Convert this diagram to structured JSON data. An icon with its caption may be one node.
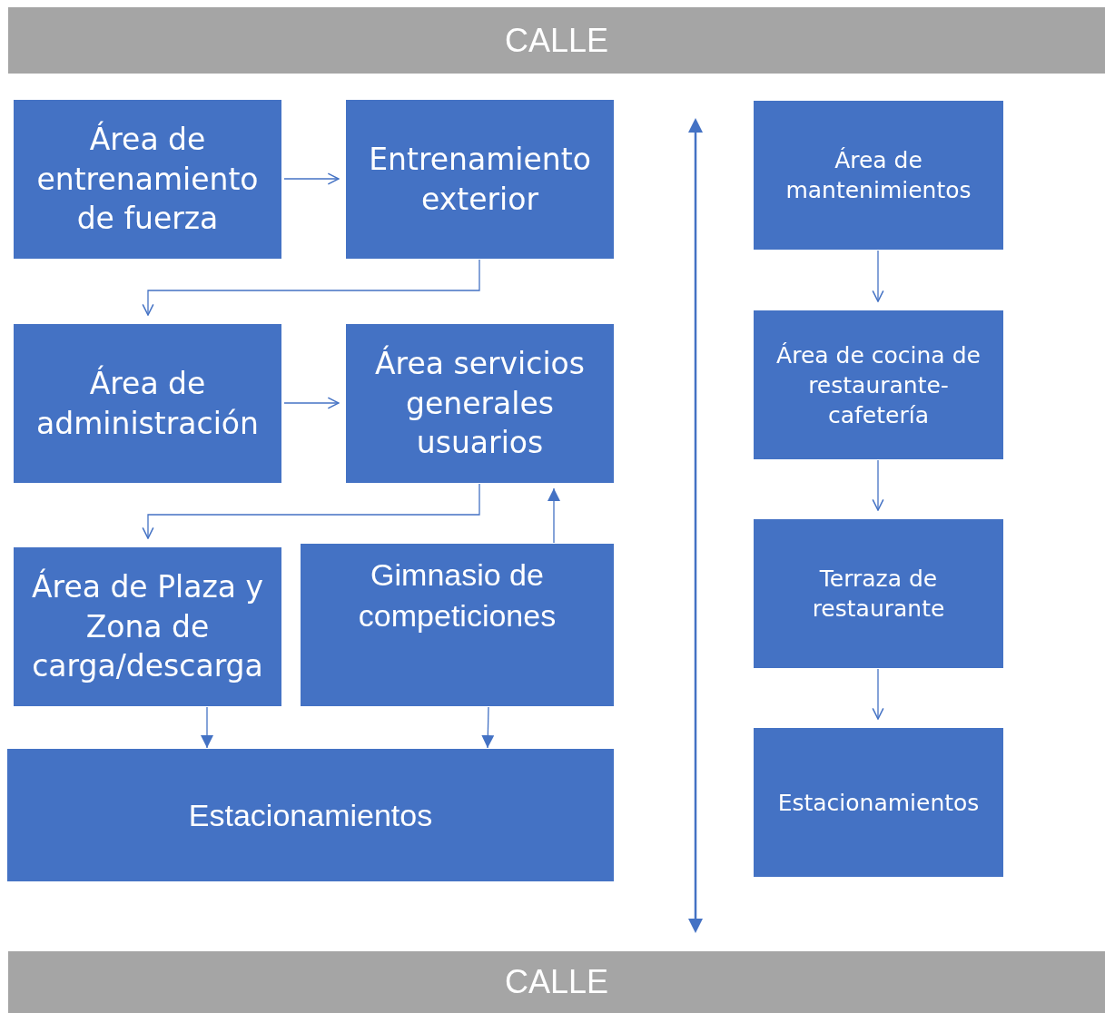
{
  "diagram": {
    "nodes": [
      {
        "text": [
          "CALLE"
        ]
      },
      {
        "text": [
          "Área de entrenamiento de fuerza"
        ]
      },
      {
        "text": [
          "Entrenamiento exterior"
        ]
      },
      {
        "text": [
          "Área de administración"
        ]
      },
      {
        "text": [
          "Área servicios generales usuarios"
        ]
      },
      {
        "text": [
          "Área de Plaza y Zona de carga/descarga"
        ]
      },
      {
        "text": [
          "Gimnasio de competiciones"
        ]
      },
      {
        "text": [
          "Estacionamientos"
        ]
      },
      {
        "text": [
          "Área de mantenimientos"
        ]
      },
      {
        "text": [
          "Área de cocina de restaurante-cafetería"
        ]
      },
      {
        "text": [
          "Terraza de restaurante"
        ]
      },
      {
        "text": [
          "Estacionamientos"
        ]
      },
      {
        "text": [
          "CALLE"
        ]
      }
    ],
    "edges": [
      {
        "from": 1,
        "to": 2,
        "arrow": "to"
      },
      {
        "from": 2,
        "to": 3,
        "arrow": "to"
      },
      {
        "from": 3,
        "to": 4,
        "arrow": "to"
      },
      {
        "from": 4,
        "to": 5,
        "arrow": "to"
      },
      {
        "from": 6,
        "to": 4,
        "arrow": "to"
      },
      {
        "from": 5,
        "to": 7,
        "arrow": "to"
      },
      {
        "from": 6,
        "to": 7,
        "arrow": "to"
      },
      {
        "from": 8,
        "to": 9,
        "arrow": "to"
      },
      {
        "from": 9,
        "to": 10,
        "arrow": "to"
      },
      {
        "from": 10,
        "to": 11,
        "arrow": "to"
      }
    ]
  }
}
